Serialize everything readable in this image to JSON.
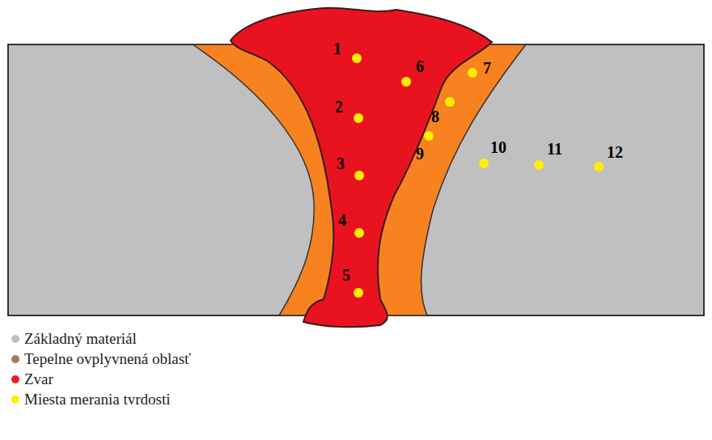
{
  "diagram": {
    "labels": [
      "1",
      "2",
      "3",
      "4",
      "5",
      "6",
      "7",
      "8",
      "9",
      "10",
      "11",
      "12"
    ],
    "legend": [
      {
        "text": "Základný materiál",
        "color": "#c0c0c0"
      },
      {
        "text": "Tepelne ovplyvnená oblasť",
        "color": "#a97a62"
      },
      {
        "text": "Zvar",
        "color": "#e8202a"
      },
      {
        "text": "Miesta merania tvrdosti",
        "color": "#ffee00"
      }
    ]
  }
}
